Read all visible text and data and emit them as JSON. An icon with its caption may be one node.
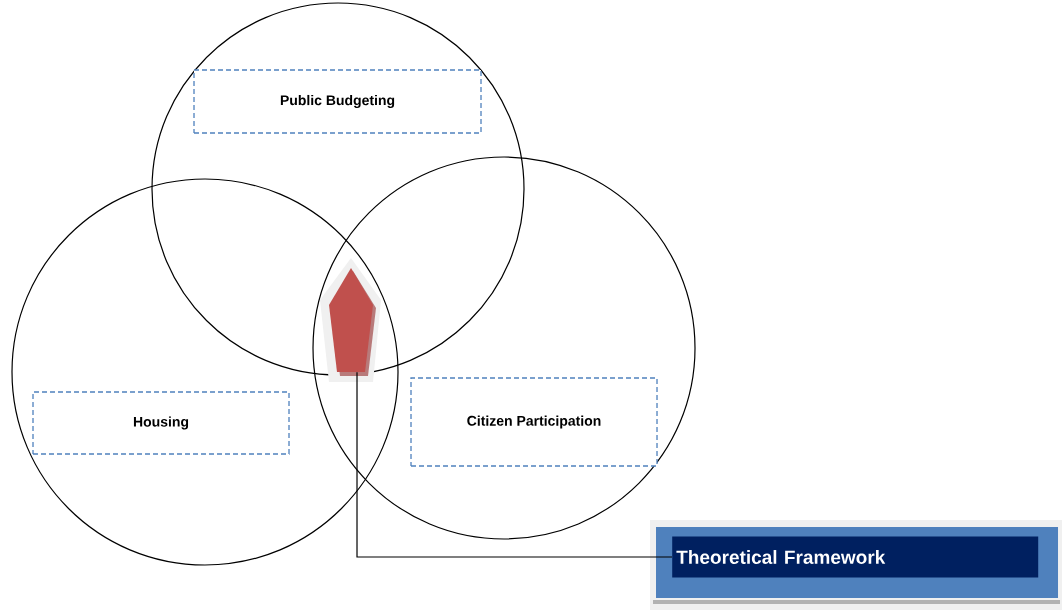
{
  "diagram": {
    "nodes": [
      {
        "text": [],
        "shape": "circle"
      },
      {
        "text": [
          "Public Budgeting"
        ],
        "in": 0
      },
      {
        "text": [],
        "shape": "circle"
      },
      {
        "text": [
          "Housing"
        ],
        "in": 2
      },
      {
        "text": [],
        "shape": "circle"
      },
      {
        "text": [
          "Citizen Participation"
        ],
        "in": 4
      },
      {
        "text": [],
        "shape": "pentagon"
      },
      {
        "text": [
          "Theoretical Framework"
        ]
      }
    ],
    "edges": [
      {
        "from": 7,
        "to": 6,
        "arrow": "none"
      }
    ]
  }
}
